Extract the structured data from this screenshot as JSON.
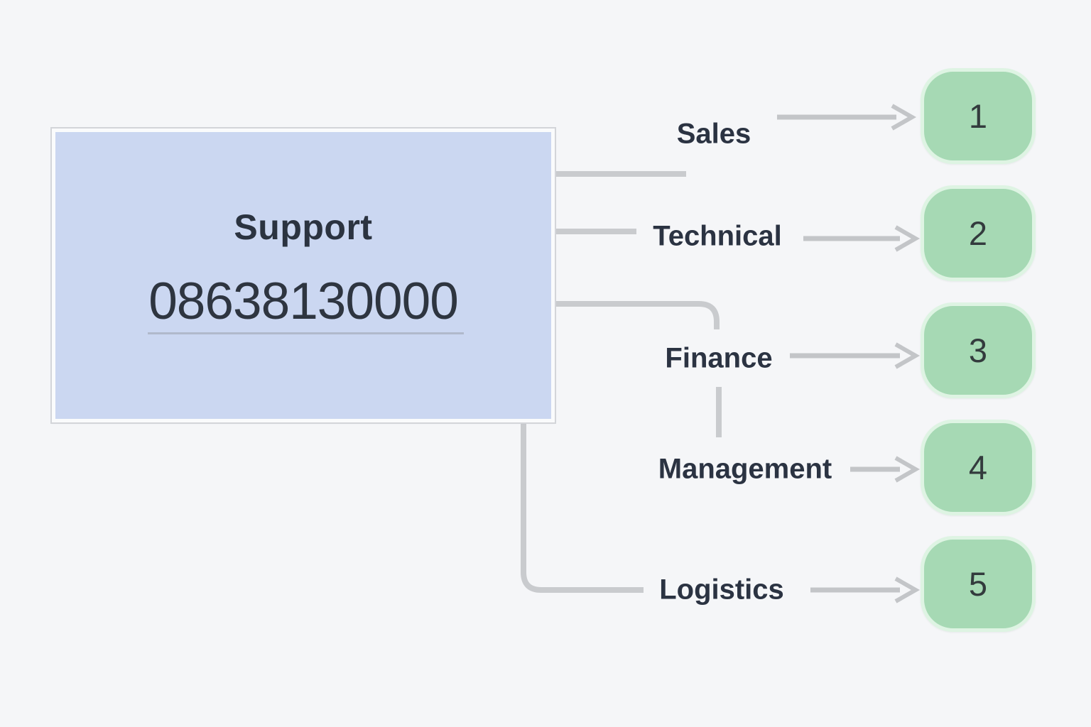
{
  "colors": {
    "background": "#f5f6f8",
    "main_node_fill": "#cbd7f1",
    "main_node_border": "#fafbfc",
    "key_node_fill": "#a6d9b4",
    "key_node_border": "#def4e3",
    "connector_gray": "#c9cbce",
    "label_text": "#2b3342"
  },
  "main_node": {
    "title": "Support",
    "phone_number": "08638130000"
  },
  "branches": [
    {
      "label": "Sales",
      "key": "1"
    },
    {
      "label": "Technical",
      "key": "2"
    },
    {
      "label": "Finance",
      "key": "3"
    },
    {
      "label": "Management",
      "key": "4"
    },
    {
      "label": "Logistics",
      "key": "5"
    }
  ]
}
